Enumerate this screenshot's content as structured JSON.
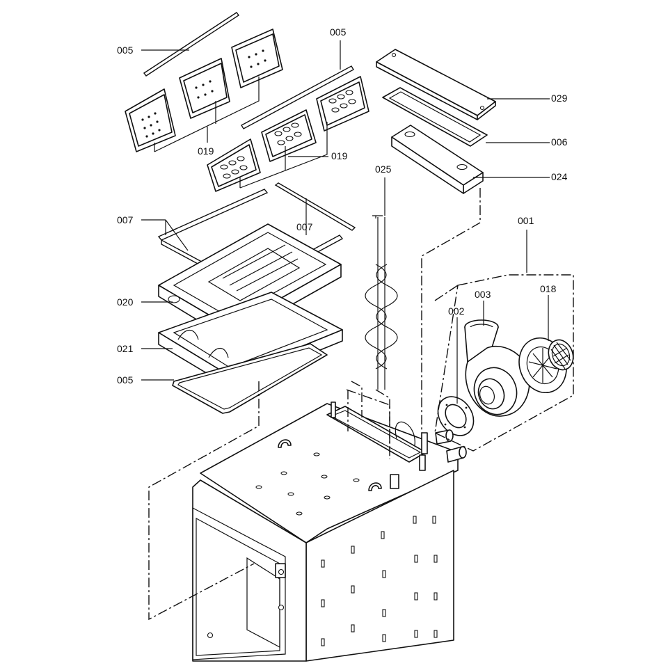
{
  "diagram": {
    "labels": {
      "p005_top_left": "005",
      "p005_top_mid": "005",
      "p019_left": "019",
      "p019_right": "019",
      "p029": "029",
      "p006": "006",
      "p024": "024",
      "p025": "025",
      "p007_left": "007",
      "p007_right": "007",
      "p020": "020",
      "p021": "021",
      "p005_bottom": "005",
      "p001": "001",
      "p003": "003",
      "p018": "018",
      "p002": "002"
    }
  }
}
